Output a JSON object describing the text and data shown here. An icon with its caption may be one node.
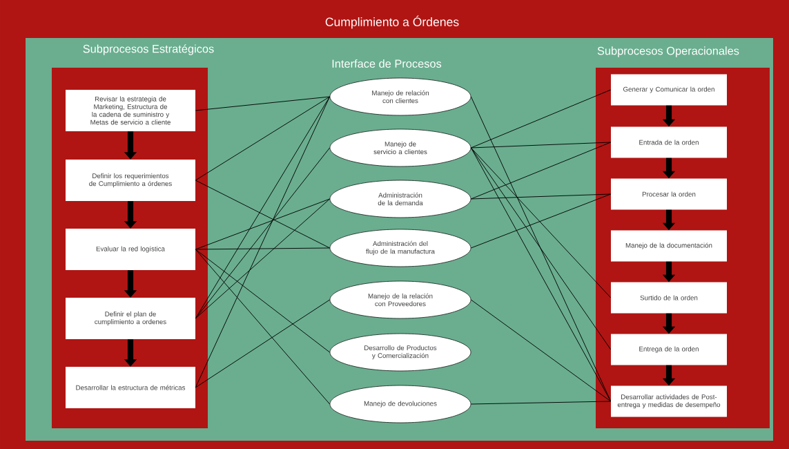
{
  "diagram": {
    "title": "Cumplimiento a Órdenes",
    "nodes": [
      {
        "text": [
          "Subprocesos Estratégicos"
        ]
      },
      {
        "text": [
          "Subprocesos Operacionales"
        ]
      },
      {
        "text": [
          "Revisar la estrategia de Marketing, Estructura de la cadena de suministro y Metas de servicio a  cliente"
        ],
        "in": 0
      },
      {
        "text": [
          "Definir los requerimientos de Cumplimiento a órdenes"
        ],
        "in": 0
      },
      {
        "text": [
          "Evaluar la red logística"
        ],
        "in": 0
      },
      {
        "text": [
          "Definir el plan de cumplimiento a ordenes"
        ],
        "in": 0
      },
      {
        "text": [
          "Desarrollar la estructura de métricas"
        ],
        "in": 0
      },
      {
        "text": [
          "Manejo de relación con clientes"
        ]
      },
      {
        "text": [
          "Manejo de servicio a clientes"
        ]
      },
      {
        "text": [
          "Administración de la demanda"
        ]
      },
      {
        "text": [
          "Administración del flujo de la manufactura"
        ]
      },
      {
        "text": [
          "Manejo de la relación con Proveedores"
        ]
      },
      {
        "text": [
          "Desarrollo de Productos y Comercialización"
        ]
      },
      {
        "text": [
          "Manejo de devoluciones"
        ]
      },
      {
        "text": [
          "Generar y Comunicar la orden"
        ],
        "in": 1
      },
      {
        "text": [
          "Entrada de la orden"
        ],
        "in": 1
      },
      {
        "text": [
          "Procesar la orden"
        ],
        "in": 1
      },
      {
        "text": [
          "Manejo de la documentación"
        ],
        "in": 1
      },
      {
        "text": [
          "Surtido de la orden"
        ],
        "in": 1
      },
      {
        "text": [
          "Entrega de la orden"
        ],
        "in": 1
      },
      {
        "text": [
          "Desarrollar actividades de Post-entrega y medidas de desempeño"
        ],
        "in": 1
      }
    ],
    "edges": [
      {
        "from": 2,
        "to": 3,
        "arrow": "to",
        "style": "thick"
      },
      {
        "from": 3,
        "to": 4,
        "arrow": "to",
        "style": "thick"
      },
      {
        "from": 4,
        "to": 5,
        "arrow": "to",
        "style": "thick"
      },
      {
        "from": 5,
        "to": 6,
        "arrow": "to",
        "style": "thick"
      },
      {
        "from": 14,
        "to": 15,
        "arrow": "to",
        "style": "thick"
      },
      {
        "from": 15,
        "to": 16,
        "arrow": "to",
        "style": "thick"
      },
      {
        "from": 16,
        "to": 17,
        "arrow": "to",
        "style": "thick"
      },
      {
        "from": 17,
        "to": 18,
        "arrow": "to",
        "style": "thick"
      },
      {
        "from": 18,
        "to": 19,
        "arrow": "to",
        "style": "thick"
      },
      {
        "from": 19,
        "to": 20,
        "arrow": "to",
        "style": "thick"
      },
      {
        "from": 2,
        "to": 7,
        "arrow": "none"
      },
      {
        "from": 3,
        "to": 7,
        "arrow": "none"
      },
      {
        "from": 3,
        "to": 10,
        "arrow": "none"
      },
      {
        "from": 4,
        "to": 9,
        "arrow": "none"
      },
      {
        "from": 4,
        "to": 10,
        "arrow": "none"
      },
      {
        "from": 4,
        "to": 12,
        "arrow": "none"
      },
      {
        "from": 4,
        "to": 13,
        "arrow": "none"
      },
      {
        "from": 5,
        "to": 7,
        "arrow": "none"
      },
      {
        "from": 5,
        "to": 8,
        "arrow": "none"
      },
      {
        "from": 5,
        "to": 9,
        "arrow": "none"
      },
      {
        "from": 6,
        "to": 7,
        "arrow": "none"
      },
      {
        "from": 6,
        "to": 11,
        "arrow": "none"
      },
      {
        "from": 8,
        "to": 14,
        "arrow": "none"
      },
      {
        "from": 8,
        "to": 15,
        "arrow": "none"
      },
      {
        "from": 9,
        "to": 15,
        "arrow": "none"
      },
      {
        "from": 9,
        "to": 16,
        "arrow": "none"
      },
      {
        "from": 10,
        "to": 16,
        "arrow": "none"
      },
      {
        "from": 7,
        "to": 20,
        "arrow": "none"
      },
      {
        "from": 8,
        "to": 18,
        "arrow": "none"
      },
      {
        "from": 8,
        "to": 19,
        "arrow": "none"
      },
      {
        "from": 8,
        "to": 20,
        "arrow": "none"
      },
      {
        "from": 11,
        "to": 20,
        "arrow": "none"
      },
      {
        "from": 13,
        "to": 20,
        "arrow": "none"
      }
    ],
    "labels": [
      "Interface de Procesos"
    ]
  }
}
